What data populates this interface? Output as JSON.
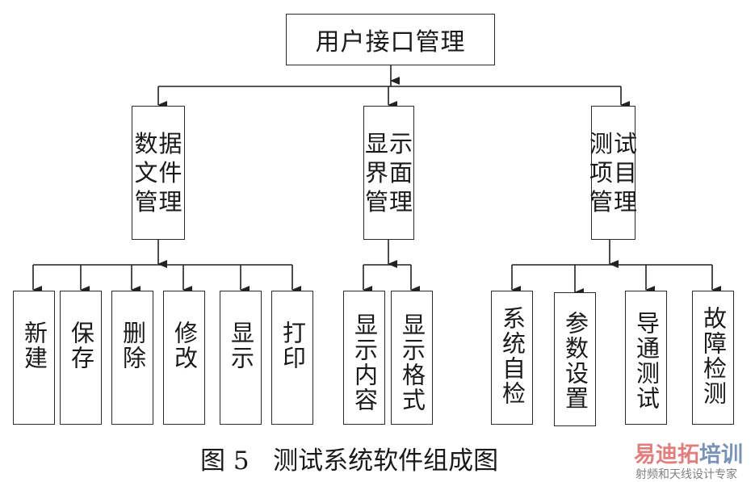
{
  "root": {
    "label": "用户接口管理"
  },
  "modules": [
    {
      "label_lines": [
        "数据",
        "文件",
        "管理"
      ],
      "label": "数据文件管理",
      "children": [
        "新建",
        "保存",
        "删除",
        "修改",
        "显示",
        "打印"
      ]
    },
    {
      "label_lines": [
        "显示",
        "界面",
        "管理"
      ],
      "label": "显示界面管理",
      "children": [
        "显示内容",
        "显示格式"
      ]
    },
    {
      "label_lines": [
        "测试",
        "项目",
        "管理"
      ],
      "label": "测试项目管理",
      "children": [
        "系统自检",
        "参数设置",
        "导通测试",
        "故障检测"
      ]
    }
  ],
  "caption": "图 5   测试系统软件组成图",
  "watermark": {
    "main_red": "易迪拓",
    "main_blue": "培训",
    "sub": "射频和天线设计专家",
    "colors": {
      "red": "#d9534f",
      "blue": "#4a6fa5"
    }
  }
}
